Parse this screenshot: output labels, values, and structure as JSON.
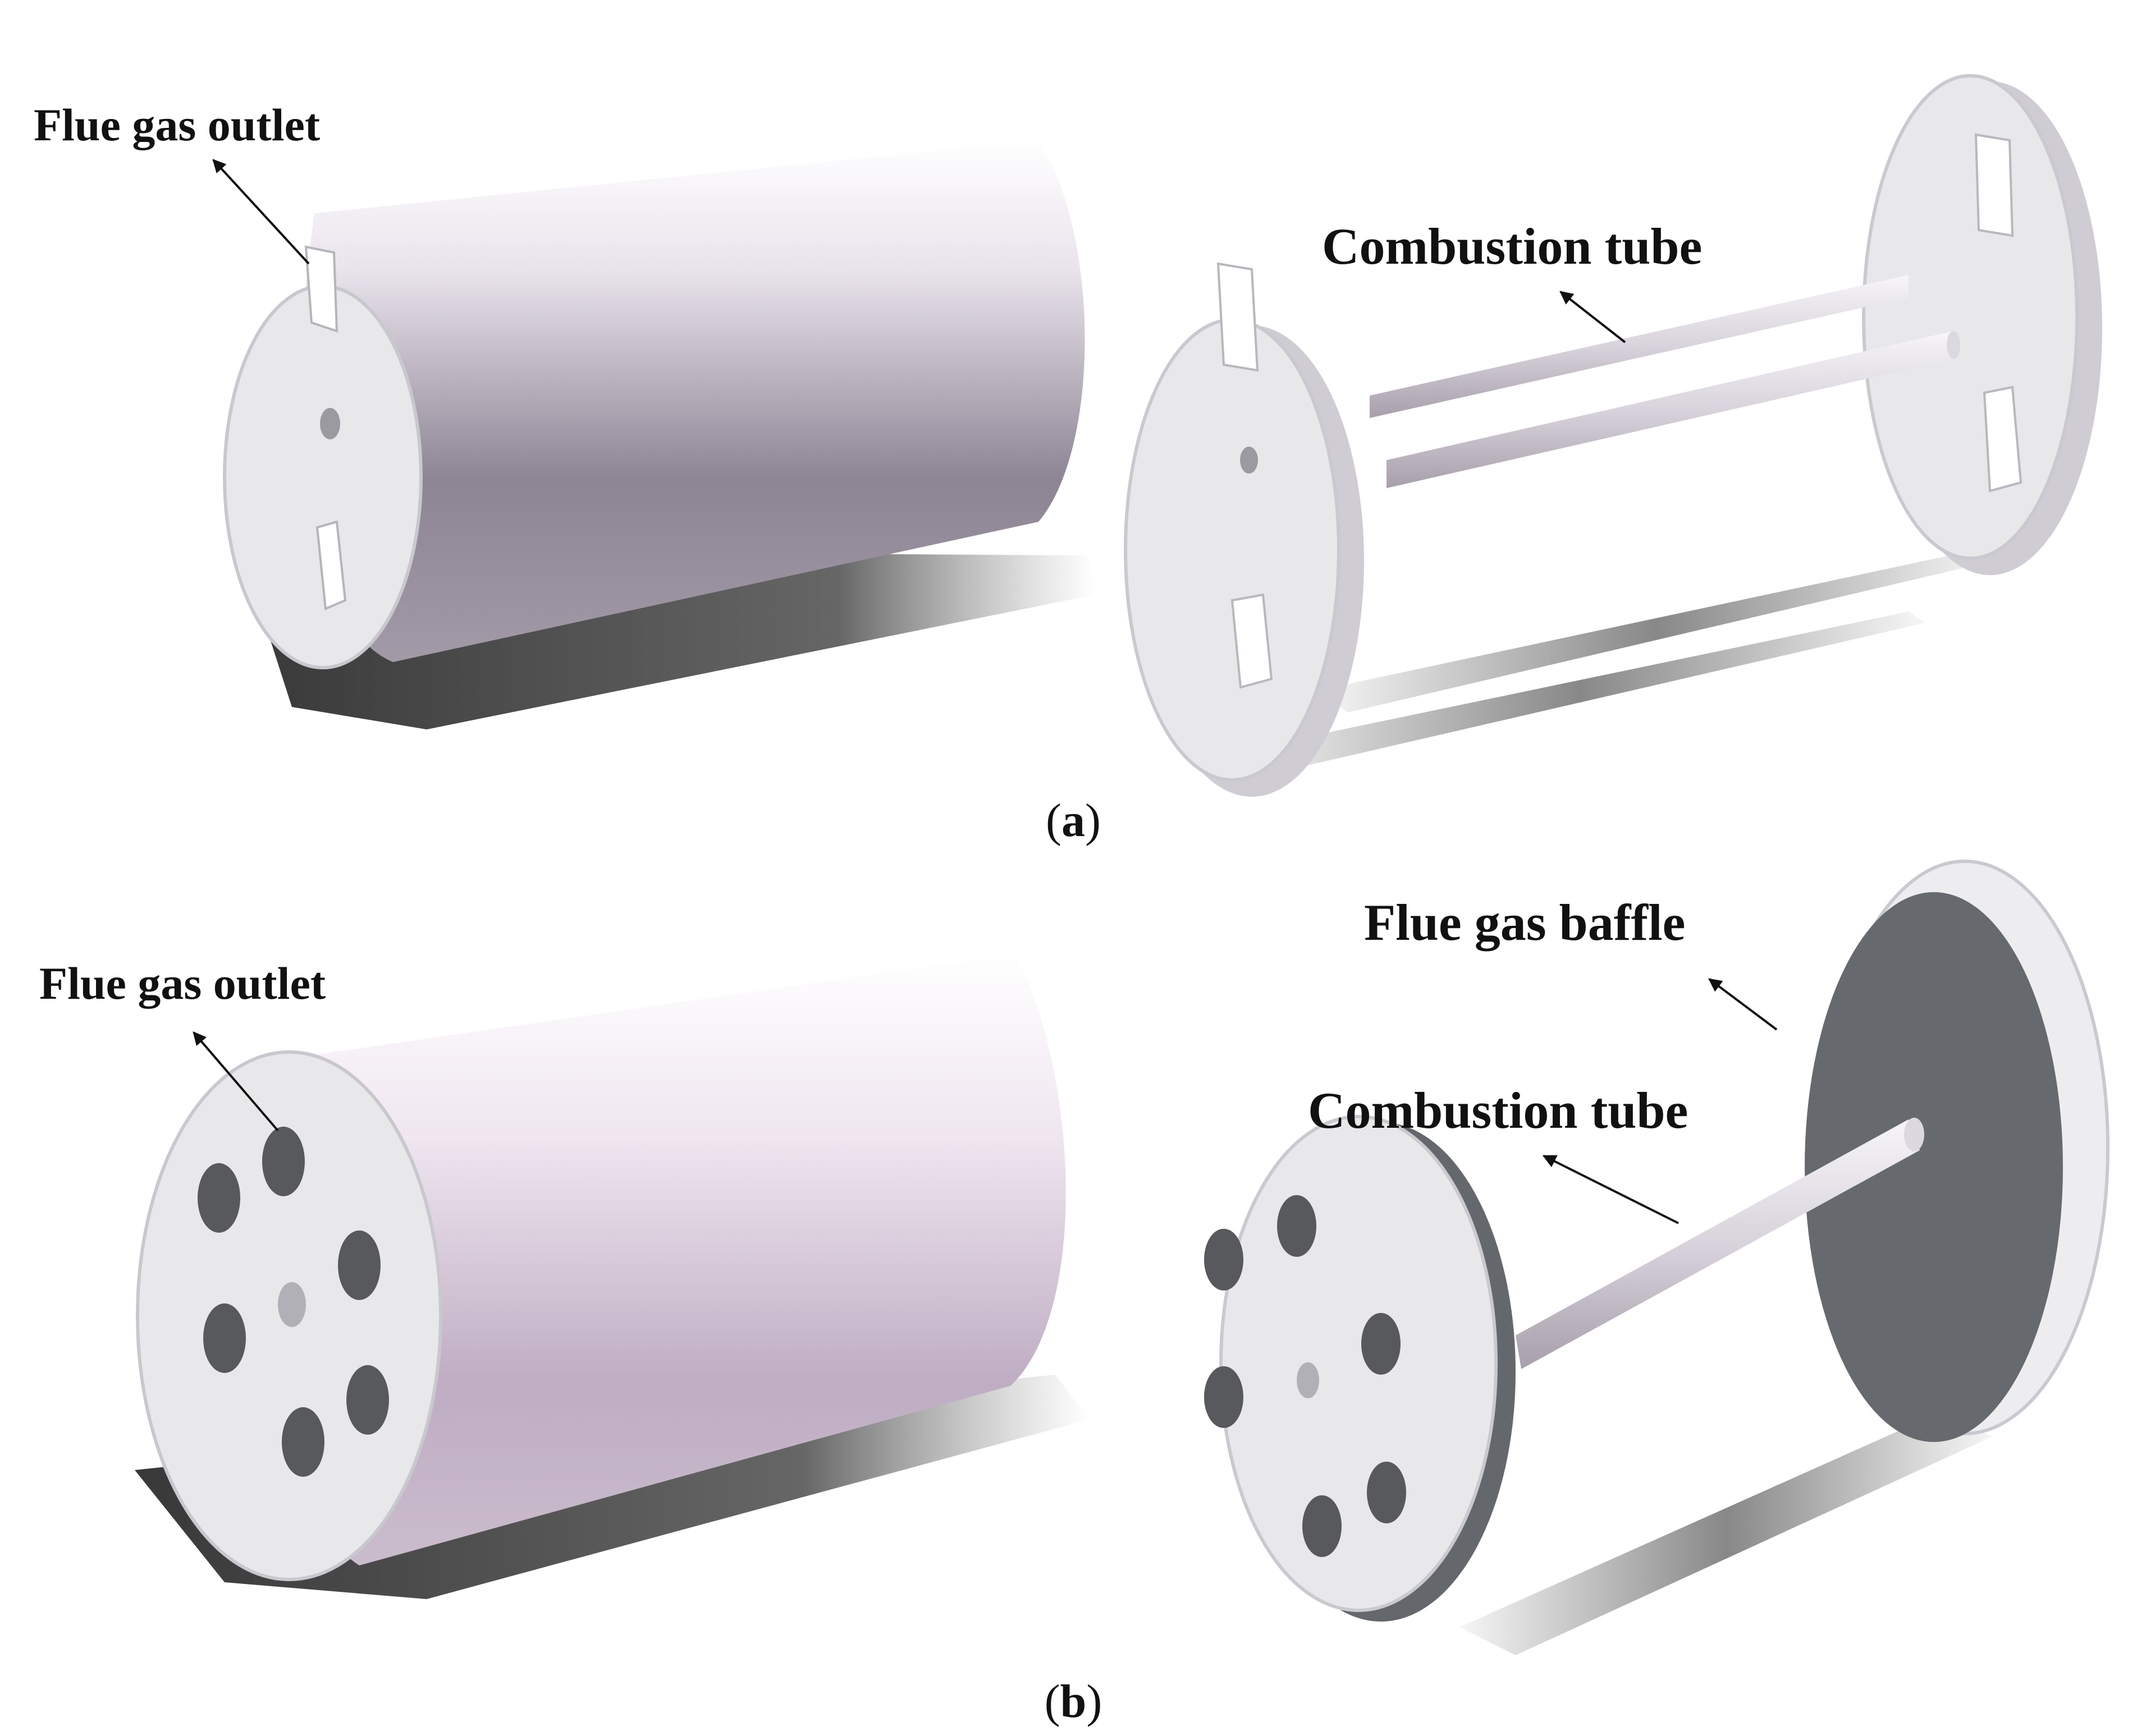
{
  "panels": [
    {
      "caption_open": "(",
      "caption_letter": "a",
      "caption_close": ")",
      "left_label": "Flue gas outlet",
      "right_label": "Combustion tube"
    },
    {
      "caption_open": "(",
      "caption_letter": "b",
      "caption_close": ")",
      "left_label": "Flue gas outlet",
      "right_label_tube": "Combustion tube",
      "right_label_baffle": "Flue gas baffle"
    }
  ],
  "colors": {
    "plate": "#e6e6e8",
    "plate_edge": "#c9c9cf",
    "cylinder_light": "#f4f1f5",
    "cylinder_dark_a": "#8a8290",
    "cylinder_dark_b": "#b9a8bd",
    "shadow": "#3d3d3d",
    "baffle": "#666a6e",
    "hole": "#57595c"
  }
}
